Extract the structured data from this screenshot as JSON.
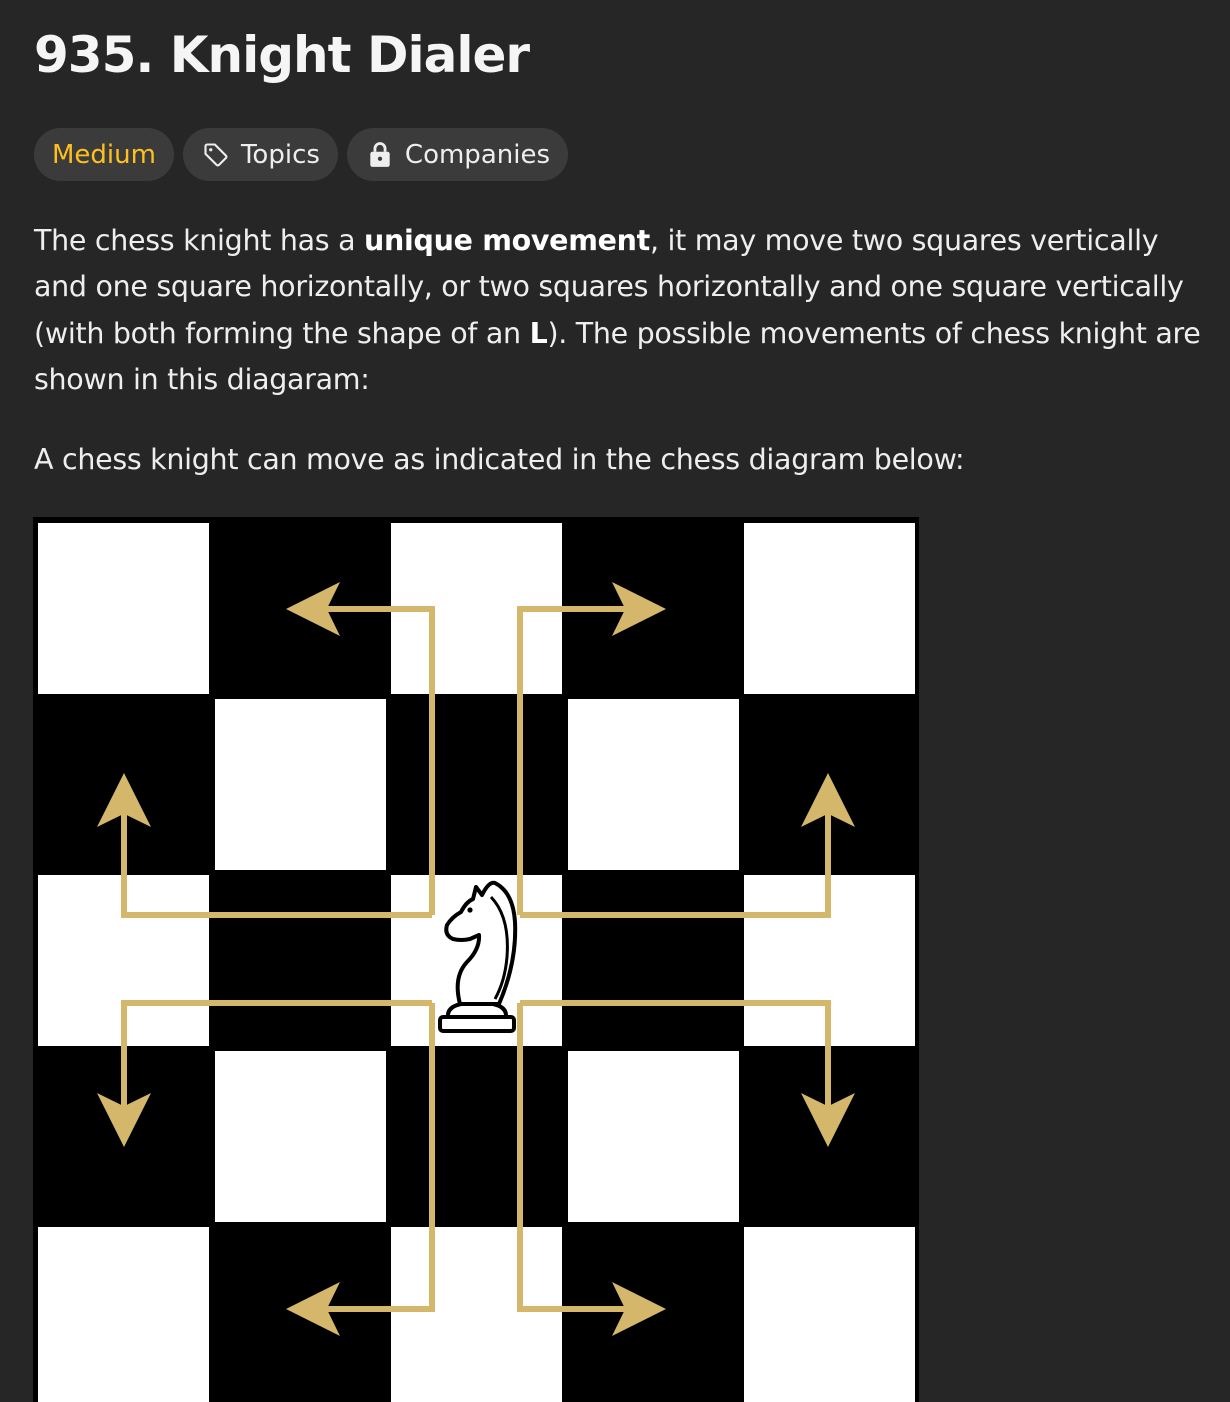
{
  "problem": {
    "title": "935. Knight Dialer"
  },
  "tags": {
    "difficulty": "Medium",
    "topics": "Topics",
    "companies": "Companies"
  },
  "description": {
    "p1_a": "The chess knight has a ",
    "p1_bold1": "unique movement",
    "p1_b": ", it may move two squares vertically and one square horizontally, or two squares horizontally and one square vertically (with both forming the shape of an ",
    "p1_bold2": "L",
    "p1_c": "). The possible movements of chess knight are shown in this diagaram:",
    "p2": "A chess knight can move as indicated in the chess diagram below:"
  },
  "colors": {
    "background": "#262626",
    "difficulty_medium": "#ffc01e",
    "tag_bg": "#3b3b3b",
    "arrow_gold": "#d4b76a",
    "board_dark": "#000000",
    "board_light": "#ffffff"
  },
  "icons": {
    "topics": "tag-icon",
    "companies": "lock-icon",
    "piece": "chess-knight-icon"
  }
}
